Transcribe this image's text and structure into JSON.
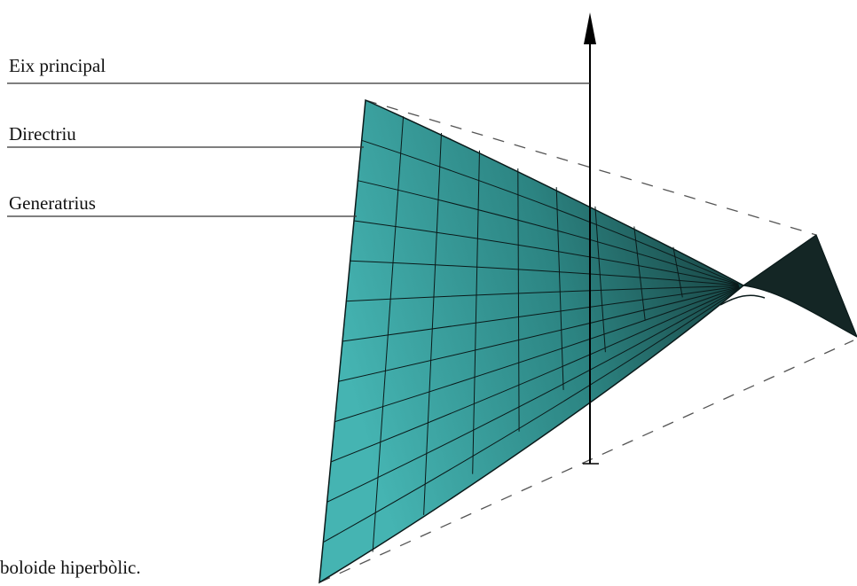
{
  "labels": {
    "principal_axis": "Eix principal",
    "directrix": "Directriu",
    "generatrices": "Generatrius"
  },
  "caption": "boloide hiperbòlic.",
  "colors": {
    "surface_light": "#45b4b2",
    "surface_dark": "#0f2322",
    "mesh_line": "#0a1a1a",
    "leader_line": "#333333",
    "dashed_outline": "#555555",
    "axis": "#000000"
  },
  "icons": {
    "axis_arrowhead": "arrow-up-icon"
  }
}
